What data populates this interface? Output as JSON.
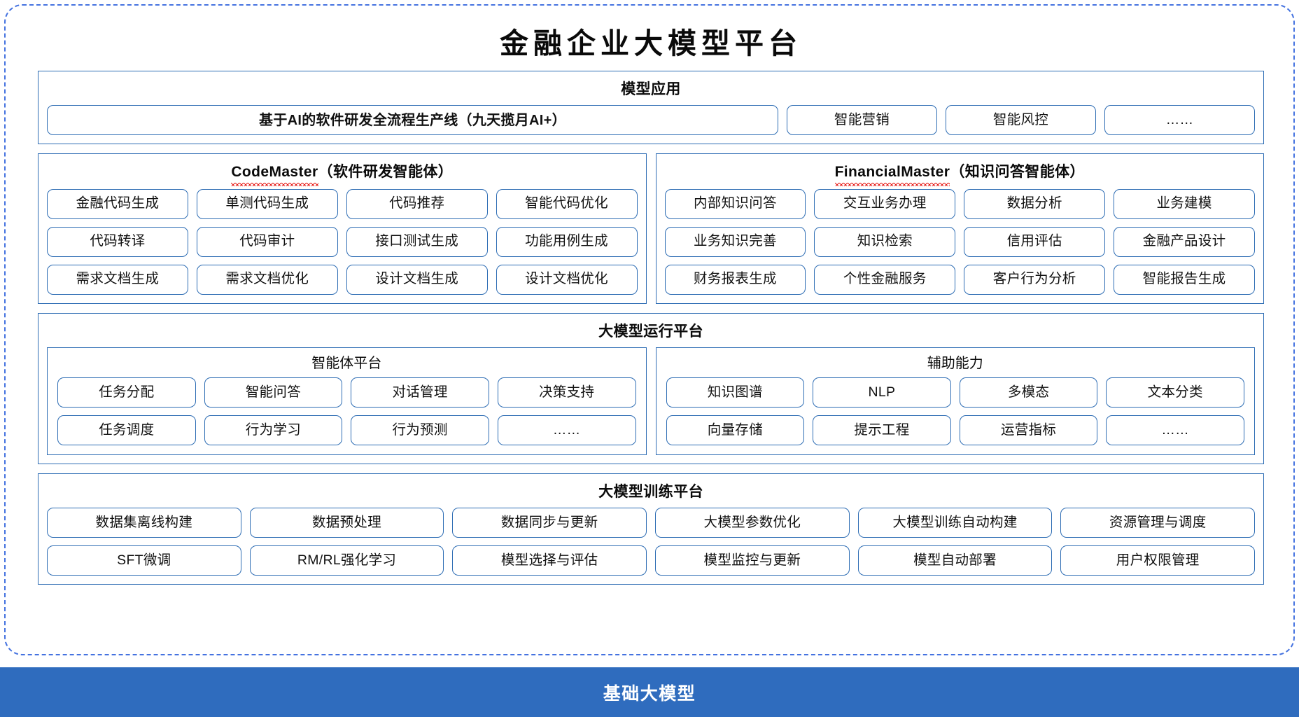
{
  "page": {
    "title": "金融企业大模型平台",
    "accent_border": "#2E6DB4",
    "frame_border": "#4472E0",
    "base_bar_color": "#2F6CBE",
    "squiggle_color": "#E8201C"
  },
  "model_application": {
    "title": "模型应用",
    "items": [
      "基于AI的软件研发全流程生产线（九天揽月AI+）",
      "智能营销",
      "智能风控",
      "……"
    ]
  },
  "code_master": {
    "title_latin": "CodeMaster",
    "title_cn": "（软件研发智能体）",
    "rows": [
      [
        "金融代码生成",
        "单测代码生成",
        "代码推荐",
        "智能代码优化"
      ],
      [
        "代码转译",
        "代码审计",
        "接口测试生成",
        "功能用例生成"
      ],
      [
        "需求文档生成",
        "需求文档优化",
        "设计文档生成",
        "设计文档优化"
      ]
    ]
  },
  "financial_master": {
    "title_latin": "FinancialMaster",
    "title_cn": "（知识问答智能体）",
    "rows": [
      [
        "内部知识问答",
        "交互业务办理",
        "数据分析",
        "业务建模"
      ],
      [
        "业务知识完善",
        "知识检索",
        "信用评估",
        "金融产品设计"
      ],
      [
        "财务报表生成",
        "个性金融服务",
        "客户行为分析",
        "智能报告生成"
      ]
    ]
  },
  "runtime_platform": {
    "title": "大模型运行平台",
    "agent_platform": {
      "title": "智能体平台",
      "rows": [
        [
          "任务分配",
          "智能问答",
          "对话管理",
          "决策支持"
        ],
        [
          "任务调度",
          "行为学习",
          "行为预测",
          "……"
        ]
      ]
    },
    "support_capability": {
      "title": "辅助能力",
      "rows": [
        [
          "知识图谱",
          "NLP",
          "多模态",
          "文本分类"
        ],
        [
          "向量存储",
          "提示工程",
          "运营指标",
          "……"
        ]
      ]
    }
  },
  "training_platform": {
    "title": "大模型训练平台",
    "rows": [
      [
        "数据集离线构建",
        "数据预处理",
        "数据同步与更新",
        "大模型参数优化",
        "大模型训练自动构建",
        "资源管理与调度"
      ],
      [
        "SFT微调",
        "RM/RL强化学习",
        "模型选择与评估",
        "模型监控与更新",
        "模型自动部署",
        "用户权限管理"
      ]
    ]
  },
  "base_model": {
    "label": "基础大模型"
  }
}
